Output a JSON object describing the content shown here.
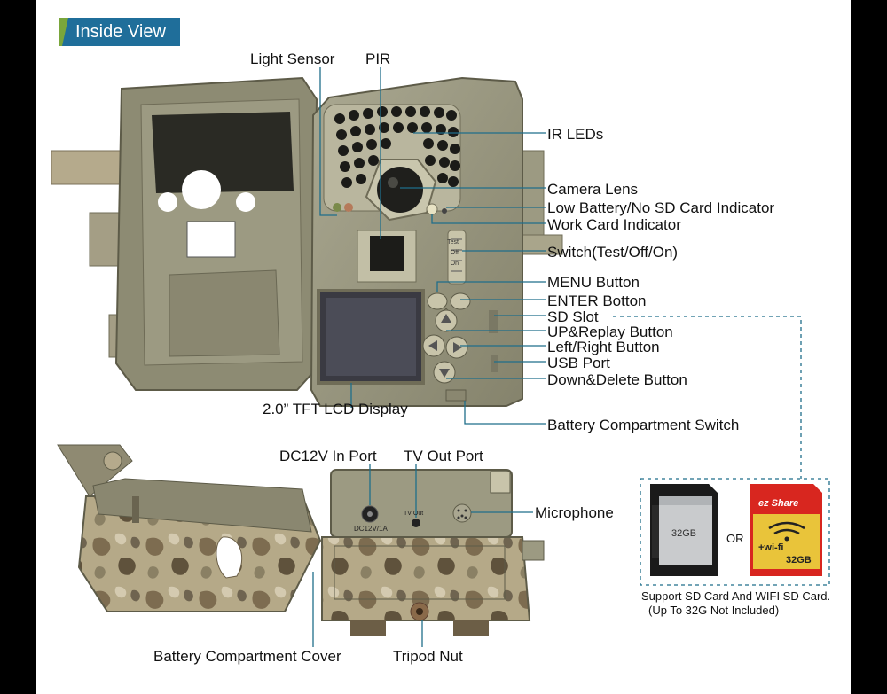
{
  "title": "Inside View",
  "labels": {
    "light_sensor": "Light Sensor",
    "pir": "PIR",
    "ir_leds": "IR LEDs",
    "camera_lens": "Camera Lens",
    "low_battery": "Low Battery/No SD Card Indicator",
    "work_card": "Work Card Indicator",
    "switch": "Switch(Test/Off/On)",
    "menu": "MENU Button",
    "enter": "ENTER Botton",
    "sd_slot": "SD Slot",
    "up_replay": "UP&Replay Button",
    "left_right": "Left/Right Button",
    "usb": "USB Port",
    "down_delete": "Down&Delete Button",
    "lcd": "2.0” TFT LCD Display",
    "battery_switch": "Battery Compartment Switch",
    "dc12v": "DC12V In Port",
    "tv_out": "TV Out Port",
    "microphone": "Microphone",
    "battery_cover": "Battery Compartment Cover",
    "tripod": "Tripod Nut"
  },
  "sd_panel": {
    "sd_card_text": "32GB",
    "or": "OR",
    "wifi_brand": "ez Share",
    "wifi_text": "+wi-fi",
    "wifi_capacity": "32GB",
    "support_line1": "Support SD Card And WIFI SD Card.",
    "support_line2": "(Up To 32G Not Included)"
  },
  "device_text": {
    "switch_labels": [
      "Test",
      "Off",
      "On"
    ],
    "dc_port": "DC12V/1A",
    "tv_port": "TV Out"
  },
  "colors": {
    "title_bg": "#1f6e9a",
    "title_accent": "#7aa63b",
    "leader": "#1f6e8a",
    "shell": "#9c9a82",
    "shell_dark": "#6f6c57",
    "camo_light": "#b7ab8a",
    "camo_dark": "#6c5e46"
  }
}
